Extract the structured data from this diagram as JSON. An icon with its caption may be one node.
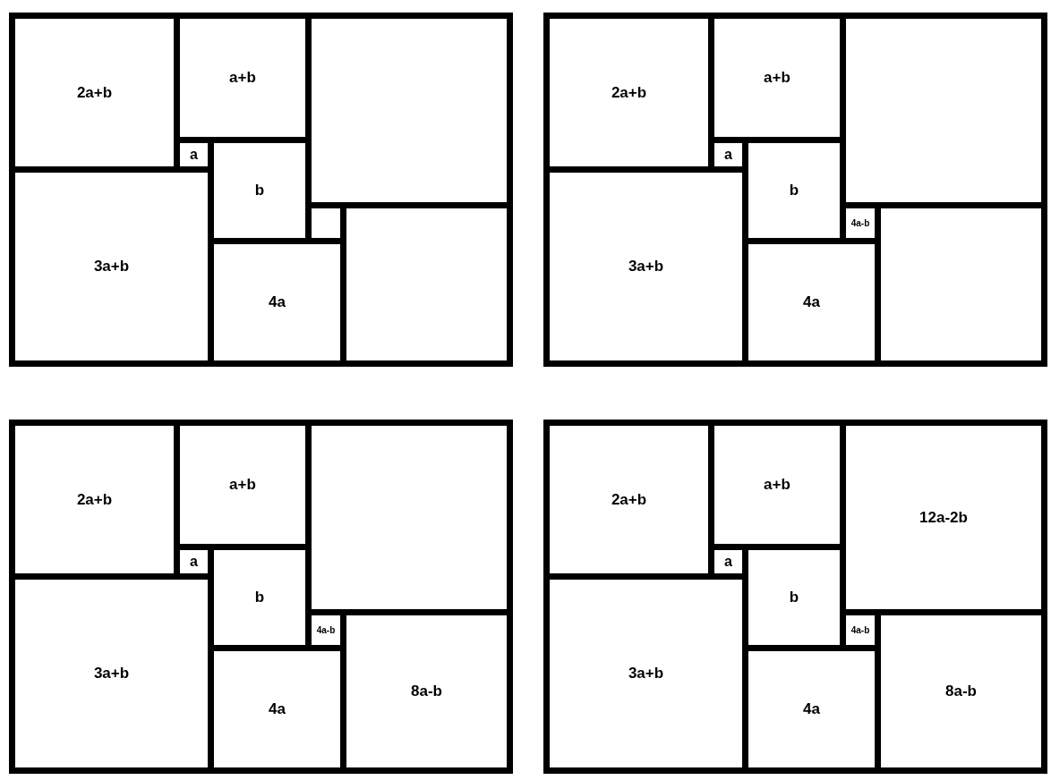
{
  "diagram": {
    "nodes": [
      {
        "text": [],
        "shape": "box"
      },
      {
        "text": [
          "2a+b"
        ],
        "in": 0
      },
      {
        "text": [
          "a+b"
        ],
        "in": 0
      },
      {
        "text": [],
        "shape": "box",
        "in": 0
      },
      {
        "text": [
          "a"
        ],
        "in": 0
      },
      {
        "text": [
          "b"
        ],
        "in": 0
      },
      {
        "text": [
          "3a+b"
        ],
        "in": 0
      },
      {
        "text": [],
        "shape": "box",
        "in": 0
      },
      {
        "text": [],
        "shape": "box",
        "in": 0
      },
      {
        "text": [
          "4a"
        ],
        "in": 0
      },
      {
        "text": [],
        "shape": "box"
      },
      {
        "text": [
          "2a+b"
        ],
        "in": 10
      },
      {
        "text": [
          "a+b"
        ],
        "in": 10
      },
      {
        "text": [],
        "shape": "box",
        "in": 10
      },
      {
        "text": [
          "a"
        ],
        "in": 10
      },
      {
        "text": [
          "b"
        ],
        "in": 10
      },
      {
        "text": [
          "3a+b"
        ],
        "in": 10
      },
      {
        "text": [
          "4a-b"
        ],
        "in": 10
      },
      {
        "text": [],
        "shape": "box",
        "in": 10
      },
      {
        "text": [
          "4a"
        ],
        "in": 10
      },
      {
        "text": [],
        "shape": "box"
      },
      {
        "text": [
          "2a+b"
        ],
        "in": 20
      },
      {
        "text": [
          "a+b"
        ],
        "in": 20
      },
      {
        "text": [],
        "shape": "box",
        "in": 20
      },
      {
        "text": [
          "a"
        ],
        "in": 20
      },
      {
        "text": [
          "b"
        ],
        "in": 20
      },
      {
        "text": [
          "3a+b"
        ],
        "in": 20
      },
      {
        "text": [
          "4a-b"
        ],
        "in": 20
      },
      {
        "text": [
          "8a-b"
        ],
        "in": 20
      },
      {
        "text": [
          "4a"
        ],
        "in": 20
      },
      {
        "text": [],
        "shape": "box"
      },
      {
        "text": [
          "2a+b"
        ],
        "in": 30
      },
      {
        "text": [
          "a+b"
        ],
        "in": 30
      },
      {
        "text": [
          "12a-2b"
        ],
        "in": 30
      },
      {
        "text": [
          "a"
        ],
        "in": 30
      },
      {
        "text": [
          "b"
        ],
        "in": 30
      },
      {
        "text": [
          "3a+b"
        ],
        "in": 30
      },
      {
        "text": [
          "4a-b"
        ],
        "in": 30
      },
      {
        "text": [
          "8a-b"
        ],
        "in": 30
      },
      {
        "text": [
          "4a"
        ],
        "in": 30
      }
    ]
  }
}
